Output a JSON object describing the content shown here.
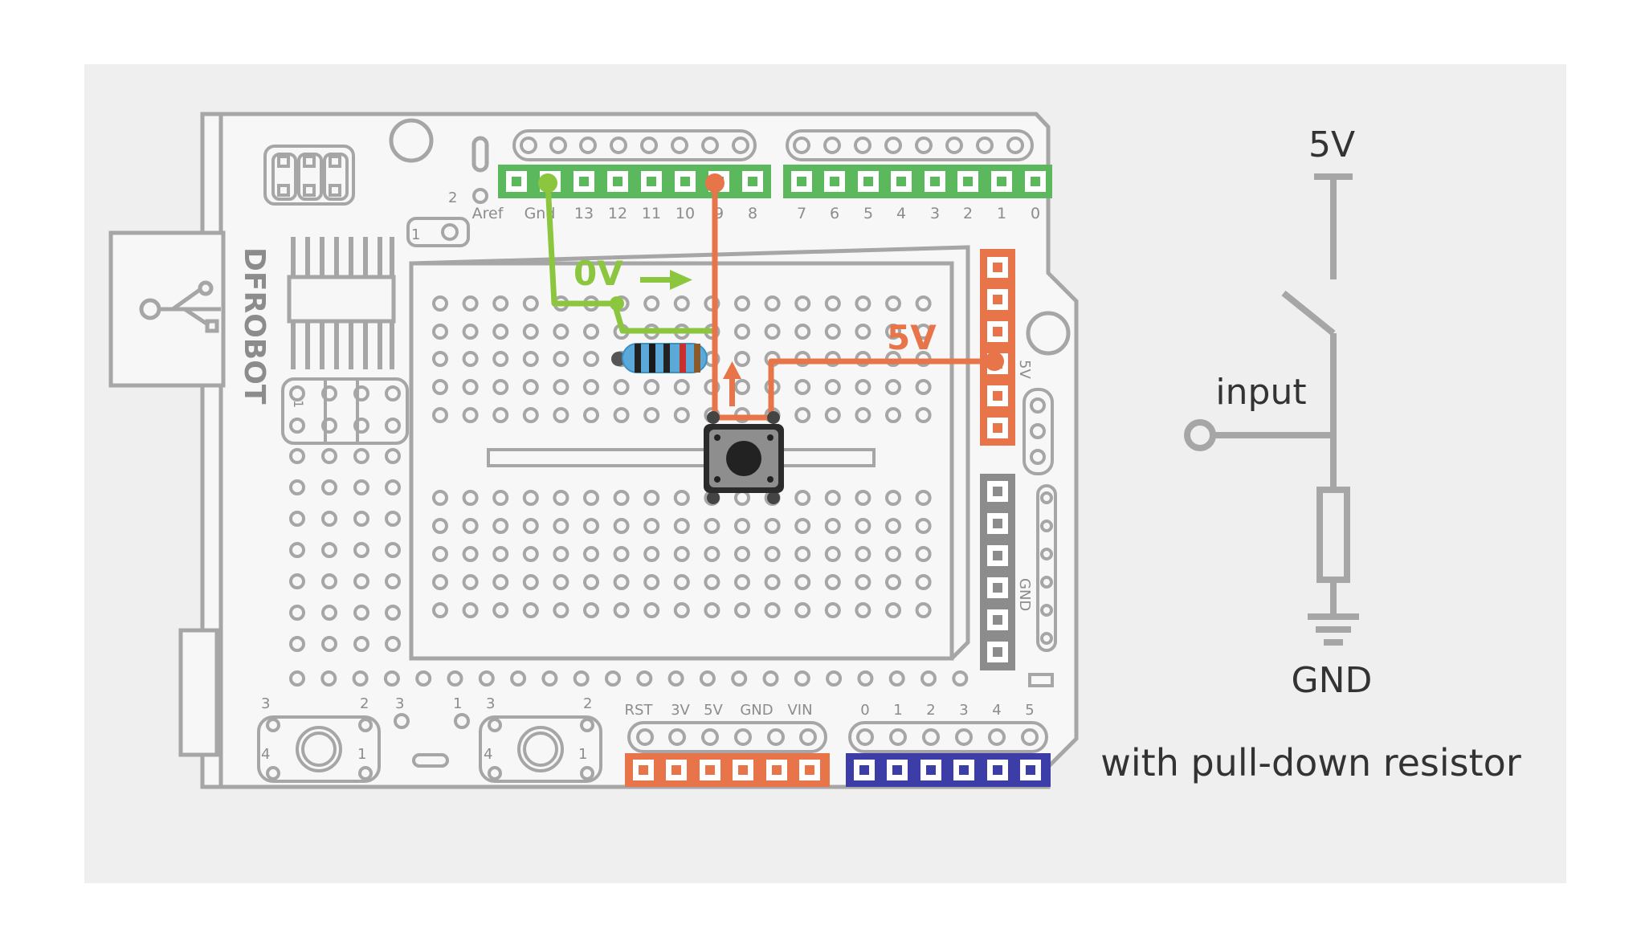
{
  "board": {
    "brand": "DFROBOT",
    "digital_top_labels": [
      "Aref",
      "Gnd",
      "13",
      "12",
      "11",
      "10",
      "9",
      "8"
    ],
    "digital_top_labels_right": [
      "7",
      "6",
      "5",
      "4",
      "3",
      "2",
      "1",
      "0"
    ],
    "power_labels": [
      "RST",
      "3V",
      "5V",
      "GND",
      "VIN"
    ],
    "analog_labels": [
      "0",
      "1",
      "2",
      "3",
      "4",
      "5"
    ],
    "side_5v_label": "5V",
    "side_gnd_label": "GND",
    "small_labels": {
      "near_aref_2": "2",
      "header_1": "1",
      "header_side_1": "1",
      "btn1_3a": "3",
      "btn1_2": "2",
      "btn1_4": "4",
      "btn1_1": "1",
      "mid_3": "3",
      "mid_1": "1",
      "btn2_3": "3",
      "btn2_2": "2",
      "btn2_4": "4",
      "btn2_1": "1"
    }
  },
  "wires": {
    "green_label": "0V",
    "orange_label": "5V",
    "green_color": "#8cc63f",
    "orange_color": "#e8744a"
  },
  "colors": {
    "board_outline": "#a6a6a6",
    "digital_header": "#5cb85c",
    "power_header": "#e8744a",
    "analog_header": "#3d3da8"
  },
  "schematic": {
    "vcc_label": "5V",
    "input_label": "input",
    "gnd_label": "GND",
    "caption": "with pull-down resistor"
  }
}
